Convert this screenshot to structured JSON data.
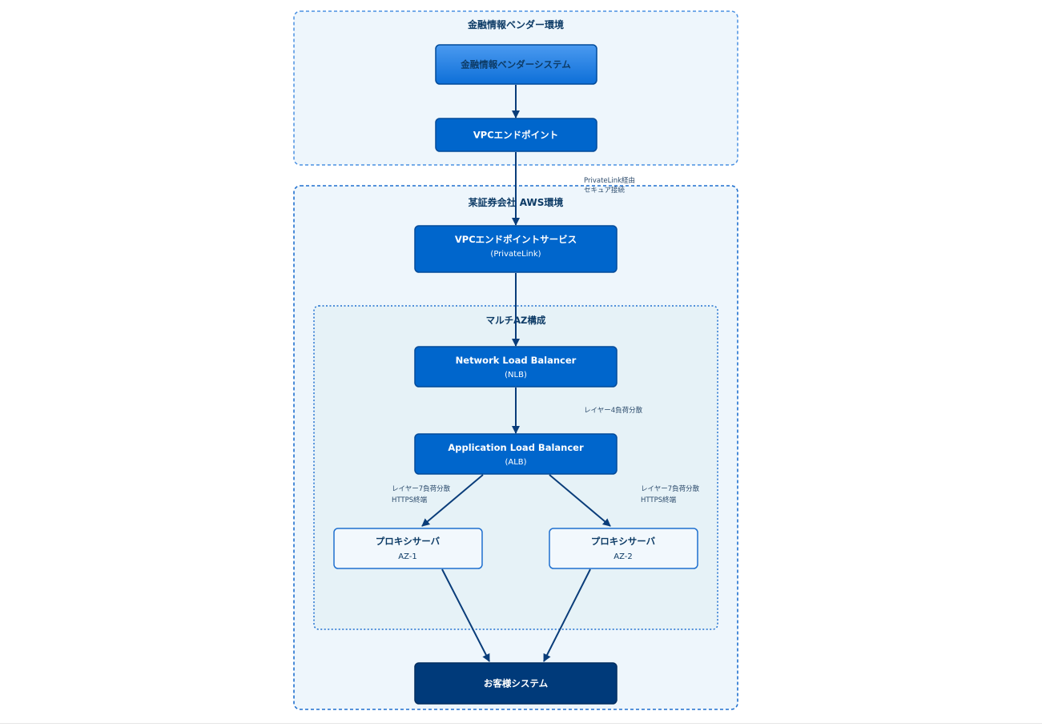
{
  "groups": {
    "vendor_env": "金融情報ベンダー環境",
    "aws_env": "某証券会社 AWS環境",
    "multi_az": "マルチAZ構成"
  },
  "nodes": {
    "vendor_system": "金融情報ベンダーシステム",
    "vpc_endpoint": "VPCエンドポイント",
    "endpoint_service": {
      "title": "VPCエンドポイントサービス",
      "subtitle": "(PrivateLink)"
    },
    "nlb": {
      "title": "Network Load Balancer",
      "subtitle": "(NLB)"
    },
    "alb": {
      "title": "Application Load Balancer",
      "subtitle": "(ALB)"
    },
    "proxy_az1": {
      "title": "プロキシサーバ",
      "subtitle": "AZ-1"
    },
    "proxy_az2": {
      "title": "プロキシサーバ",
      "subtitle": "AZ-2"
    },
    "customer_system": "お客様システム"
  },
  "edge_labels": {
    "privatelink": [
      "PrivateLink経由",
      "セキュア接続"
    ],
    "layer4": "レイヤー4負荷分散",
    "layer7_left": [
      "レイヤー7負荷分散",
      "HTTPS終端"
    ],
    "layer7_right": [
      "レイヤー7負荷分散",
      "HTTPS終端"
    ]
  },
  "colors": {
    "group_border": "#1e6fcf",
    "group_fill": "#eef6fc",
    "multi_az_fill": "#e6f2f7",
    "node_fill": "#0066cc",
    "node_border": "#004a99",
    "vendor_fill_top": "#4b9af0",
    "vendor_fill_bottom": "#0d6fd8",
    "proxy_fill": "#f2f8fd",
    "customer_fill": "#003a7a",
    "title_text": "#0d3b66",
    "edge": "#0a3d7a",
    "edge_label": "#2b4a6b"
  }
}
